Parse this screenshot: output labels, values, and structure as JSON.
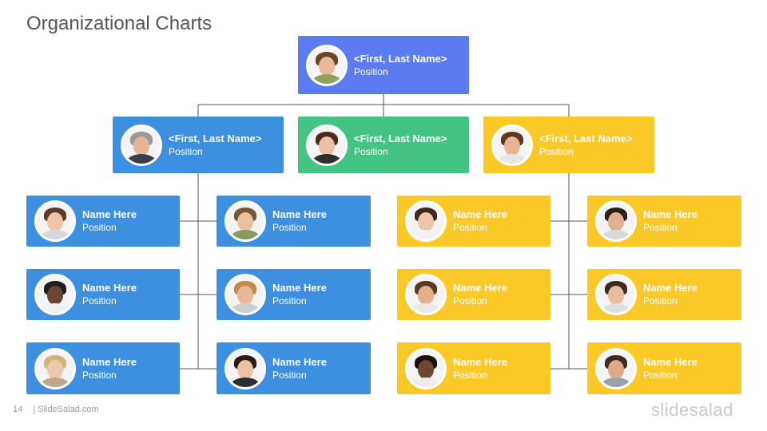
{
  "slide": {
    "title": "Organizational Charts",
    "page_number": "14",
    "footer_source": "| SlideSalad.com",
    "brand": "slidesalad"
  },
  "colors": {
    "top": "#5b7cf0",
    "blue": "#3d8fe0",
    "green": "#44c484",
    "yellow": "#fac827",
    "connector": "#555555"
  },
  "nodes": {
    "ceo": {
      "name": "<First, Last Name>",
      "position": "Position"
    },
    "manager_left": {
      "name": "<First, Last Name>",
      "position": "Position"
    },
    "manager_center": {
      "name": "<First, Last Name>",
      "position": "Position"
    },
    "manager_right": {
      "name": "<First, Last Name>",
      "position": "Position"
    },
    "staff": [
      {
        "name": "Name Here",
        "position": "Position"
      },
      {
        "name": "Name Here",
        "position": "Position"
      },
      {
        "name": "Name Here",
        "position": "Position"
      },
      {
        "name": "Name Here",
        "position": "Position"
      },
      {
        "name": "Name Here",
        "position": "Position"
      },
      {
        "name": "Name Here",
        "position": "Position"
      },
      {
        "name": "Name Here",
        "position": "Position"
      },
      {
        "name": "Name Here",
        "position": "Position"
      },
      {
        "name": "Name Here",
        "position": "Position"
      },
      {
        "name": "Name Here",
        "position": "Position"
      },
      {
        "name": "Name Here",
        "position": "Position"
      },
      {
        "name": "Name Here",
        "position": "Position"
      }
    ]
  }
}
